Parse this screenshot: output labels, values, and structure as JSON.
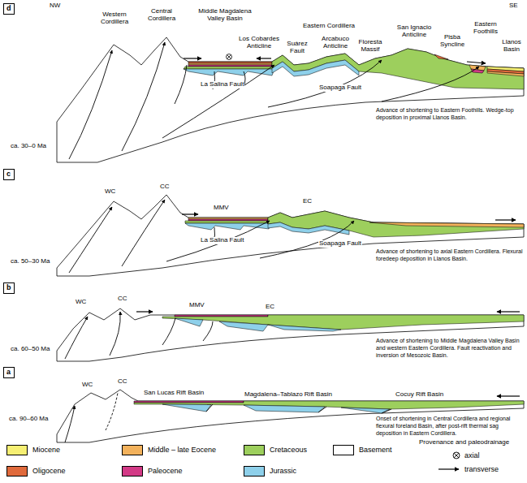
{
  "diagram": {
    "nodes": [
      {
        "text": [
          "d"
        ]
      },
      {
        "text": [
          "c"
        ]
      },
      {
        "text": [
          "b"
        ]
      },
      {
        "text": [
          "a"
        ]
      }
    ],
    "labels": [
      "NW",
      "SE",
      "Western Cordillera",
      "Central Cordillera",
      "Middle Magdalena Valley Basin",
      "Los Cobardes Anticline",
      "Eastern Cordillera",
      "Suárez Fault",
      "Arcabuco Anticline",
      "Floresta Massif",
      "San Ignacio Anticline",
      "Pisba Syncline",
      "Eastern Foothills",
      "Llanos Basin",
      "La Salina Fault",
      "Soapaga Fault",
      "ca. 30–0 Ma",
      "Advance of shortening to Eastern Foothills. Wedge-top deposition in proximal Llanos Basin.",
      "WC",
      "CC",
      "MMV",
      "EC",
      "La Salina Fault",
      "Soapaga Fault",
      "ca. 50–30 Ma",
      "Advance of shortening to axial Eastern Cordillera. Flexural foredeep deposition in Llanos Basin.",
      "WC",
      "CC",
      "MMV",
      "EC",
      "ca. 60–50 Ma",
      "Advance of shortening to Middle Magdalena Valley Basin and western Eastern Cordillera. Fault reactivation and inversion of Mesozoic Basin.",
      "WC",
      "CC",
      "San Lucas Rift Basin",
      "Magdalena–Tablazo Rift Basin",
      "Cocuy Rift Basin",
      "ca. 90–60 Ma",
      "Onset of shortening in Central Cordillera and regional flexural foreland Basin, after post-rift thermal sag deposition in Eastern Cordillera.",
      "Provenance and paleodrainage"
    ],
    "legend": [
      {
        "text": "Miocene",
        "color": "#f6ef73"
      },
      {
        "text": "Middle – late Eocene",
        "color": "#f3b25c"
      },
      {
        "text": "Cretaceous",
        "color": "#9dcf5d"
      },
      {
        "text": "Basement",
        "color": "#ffffff"
      },
      {
        "text": "Oligocene",
        "color": "#e06a3c"
      },
      {
        "text": "Paleocene",
        "color": "#d33a86"
      },
      {
        "text": "Jurassic",
        "color": "#8ed0ea"
      },
      {
        "text": "axial"
      },
      {
        "text": "transverse"
      }
    ]
  }
}
